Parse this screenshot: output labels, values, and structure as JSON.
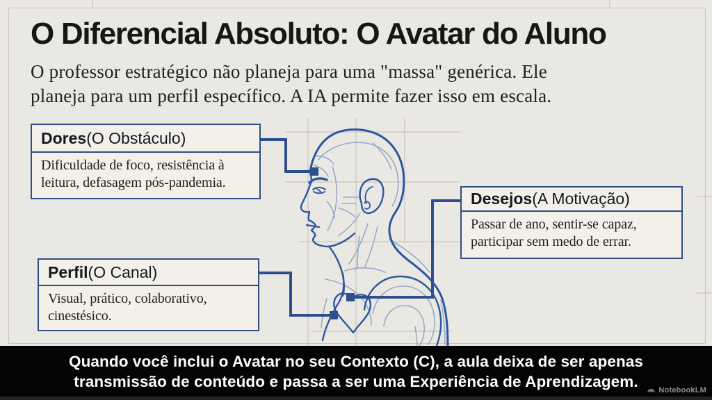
{
  "slide": {
    "title": "O Diferencial Absoluto: O Avatar do Aluno",
    "subtitle_lines": [
      "O professor estratégico não planeja para uma \"massa\" genérica. Ele",
      "planeja para um perfil específico. A IA permite fazer isso em escala."
    ]
  },
  "callouts": [
    {
      "term": "Dores",
      "qualifier": " (O Obstáculo)",
      "body_lines": [
        "Dificuldade de foco, resistência à",
        "leitura, defasagem pós-pandemia."
      ]
    },
    {
      "term": "Desejos",
      "qualifier": " (A Motivação)",
      "body_lines": [
        "Passar de ano, sentir-se capaz,",
        "participar sem medo de errar."
      ]
    },
    {
      "term": "Perfil",
      "qualifier": " (O Canal)",
      "body_lines": [
        "Visual, prático, colaborativo,",
        "cinestésico."
      ]
    }
  ],
  "caption": {
    "lines": [
      "Quando você inclui o Avatar no seu Contexto (C), a aula deixa de ser apenas",
      "transmissão de conteúdo e passa a ser uma Experiência de Aprendizagem."
    ]
  },
  "watermark": {
    "label": "NotebookLM",
    "icon": "notebooklm-logo-icon"
  },
  "figure": {
    "name": "student-avatar-profile-line-art"
  },
  "colors": {
    "background": "#eae8e2",
    "box_fill": "#f2f0e9",
    "box_border": "#2e4d85",
    "connector": "#2d4f8c",
    "line_primary": "#2a579f",
    "line_secondary": "#98a9c9",
    "construction": "#c9c6c0",
    "title_text": "#161616",
    "caption_bg": "#040404",
    "caption_text": "#fdfdfd"
  }
}
